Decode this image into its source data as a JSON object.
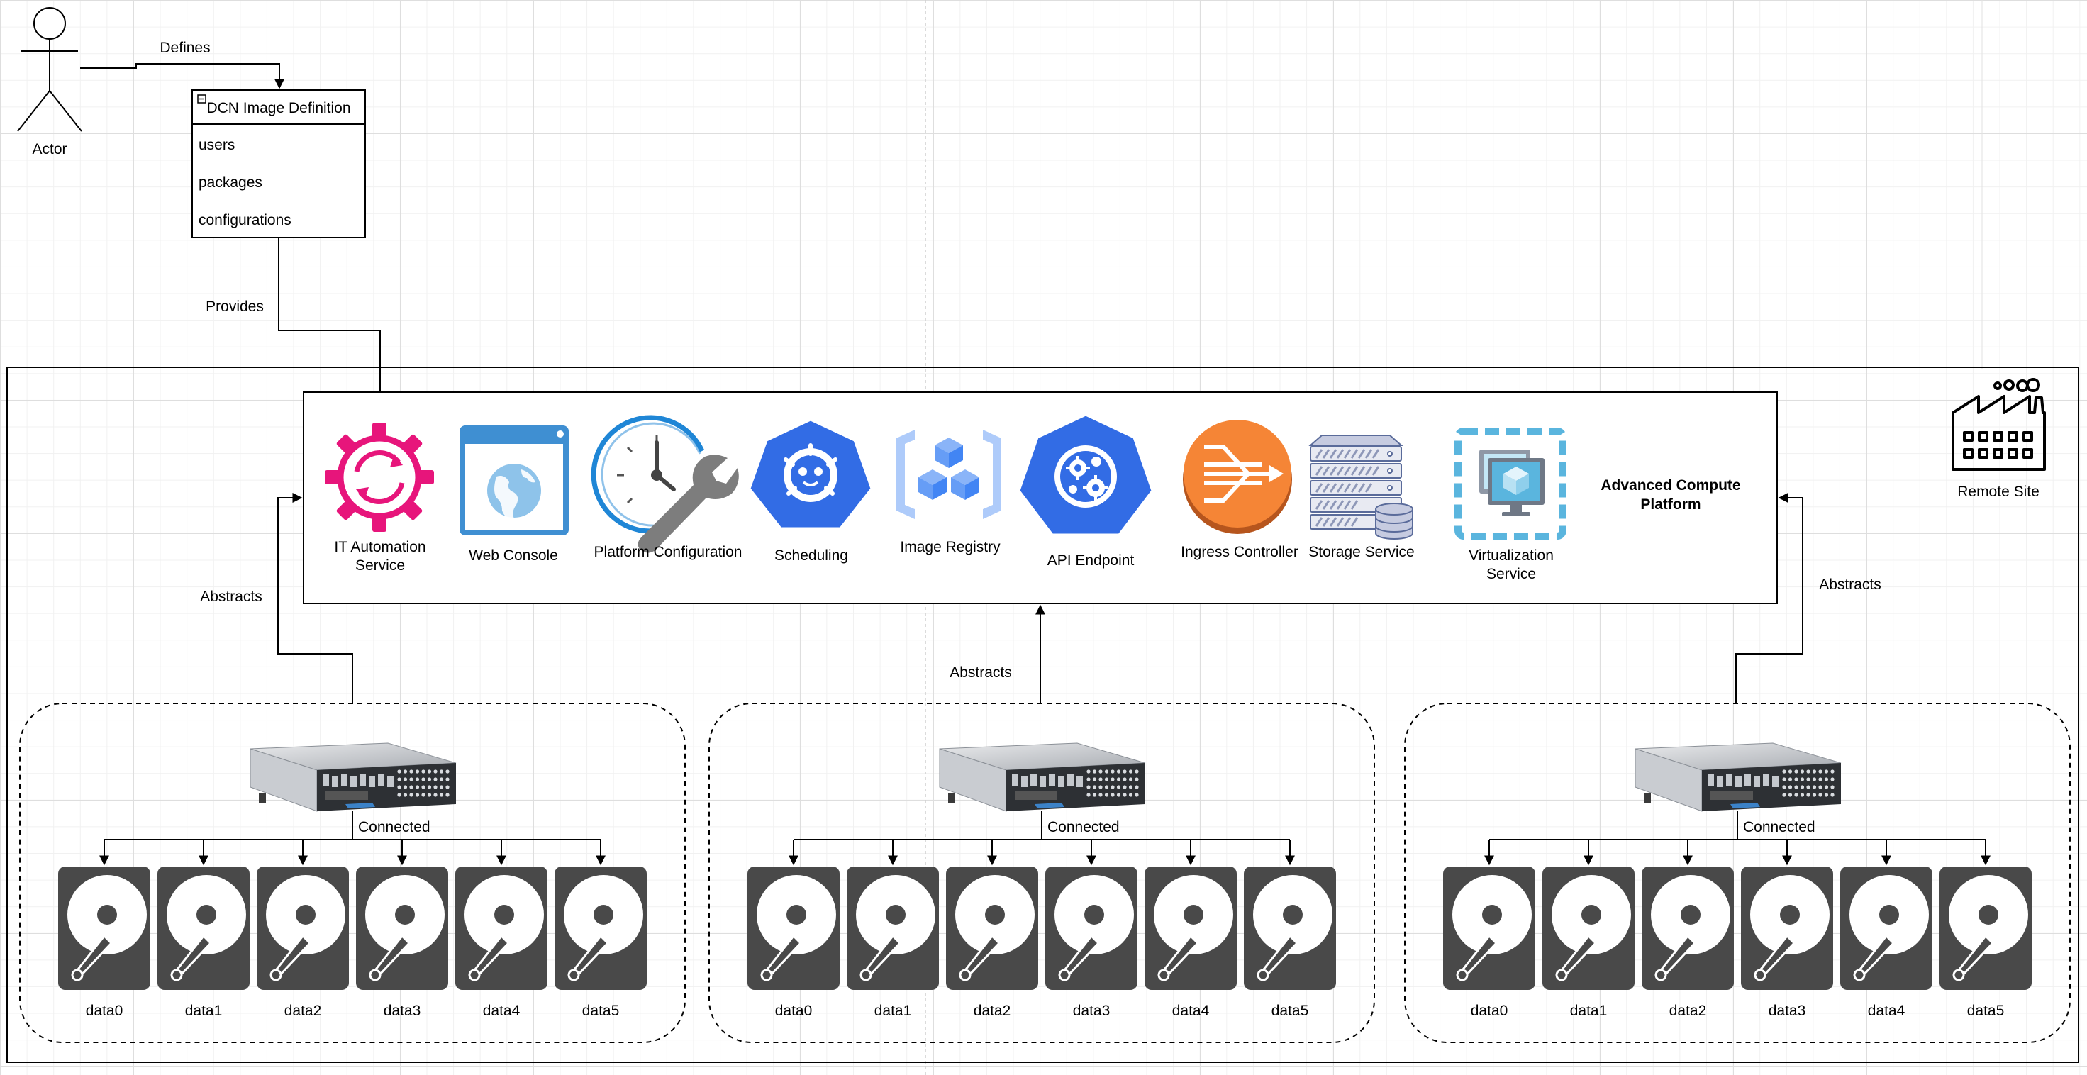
{
  "actor": {
    "label": "Actor"
  },
  "class_box": {
    "title": "DCN Image Definition",
    "rows": [
      "users",
      "packages",
      "configurations"
    ]
  },
  "edges": {
    "defines": "Defines",
    "provides": "Provides",
    "abstracts_left": "Abstracts",
    "abstracts_center": "Abstracts",
    "abstracts_right": "Abstracts",
    "connected": "Connected"
  },
  "remote_site": {
    "label": "Remote Site",
    "icon": "factory-icon"
  },
  "platform": {
    "title_line1": "Advanced Compute",
    "title_line2": "Platform",
    "services": [
      {
        "line1": "IT Automation",
        "line2": "Service",
        "icon": "automation-gear-icon",
        "color": "#e7157b"
      },
      {
        "line1": "Web Console",
        "line2": "",
        "icon": "web-console-icon",
        "color": "#3f8fd2"
      },
      {
        "line1": "Platform Configuration",
        "line2": "",
        "icon": "clock-wrench-icon",
        "color": "#1f86d6"
      },
      {
        "line1": "Scheduling",
        "line2": "",
        "icon": "kubernetes-scheduler-icon",
        "color": "#326ce5"
      },
      {
        "line1": "Image Registry",
        "line2": "",
        "icon": "image-registry-icon",
        "color": "#7aa6ef"
      },
      {
        "line1": "API Endpoint",
        "line2": "",
        "icon": "kubernetes-api-icon",
        "color": "#326ce5"
      },
      {
        "line1": "Ingress Controller",
        "line2": "",
        "icon": "ingress-icon",
        "color": "#f58536"
      },
      {
        "line1": "Storage Service",
        "line2": "",
        "icon": "storage-rack-icon",
        "color": "#5a6b9a"
      },
      {
        "line1": "Virtualization",
        "line2": "Service",
        "icon": "virtualization-icon",
        "color": "#5ab5de"
      }
    ]
  },
  "clusters": [
    {
      "disks": [
        "data0",
        "data1",
        "data2",
        "data3",
        "data4",
        "data5"
      ]
    },
    {
      "disks": [
        "data0",
        "data1",
        "data2",
        "data3",
        "data4",
        "data5"
      ]
    },
    {
      "disks": [
        "data0",
        "data1",
        "data2",
        "data3",
        "data4",
        "data5"
      ]
    }
  ],
  "colors": {
    "disk": "#494949",
    "line": "#000000"
  }
}
